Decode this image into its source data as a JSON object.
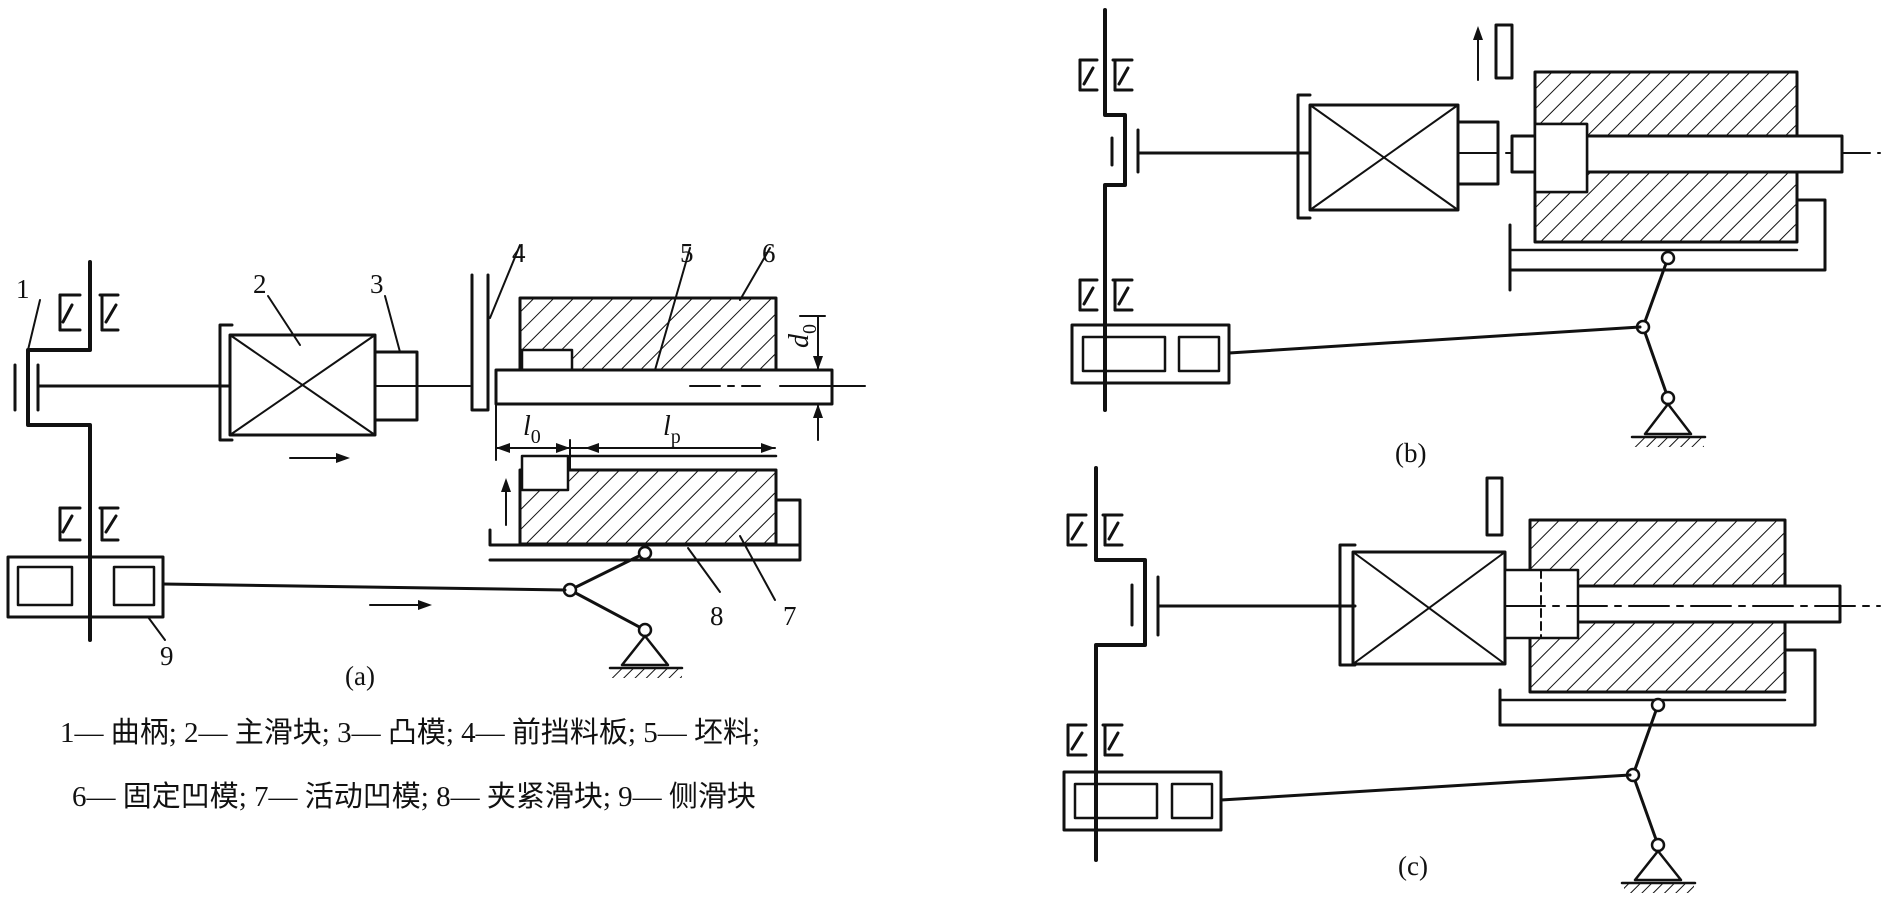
{
  "panels": {
    "a": {
      "caption": "(a)"
    },
    "b": {
      "caption": "(b)"
    },
    "c": {
      "caption": "(c)"
    }
  },
  "labels": {
    "n1": "1",
    "n2": "2",
    "n3": "3",
    "n4": "4",
    "n5": "5",
    "n6": "6",
    "n7": "7",
    "n8": "8",
    "n9": "9"
  },
  "dimensions": {
    "l0_main": "l",
    "l0_sub": "0",
    "lp_main": "l",
    "lp_sub": "p",
    "d0_main": "d",
    "d0_sub": "0"
  },
  "legend": {
    "line1": "1— 曲柄; 2— 主滑块; 3— 凸模; 4— 前挡料板; 5— 坯料;",
    "line2": "6— 固定凹模; 7— 活动凹模; 8— 夹紧滑块; 9— 侧滑块"
  }
}
